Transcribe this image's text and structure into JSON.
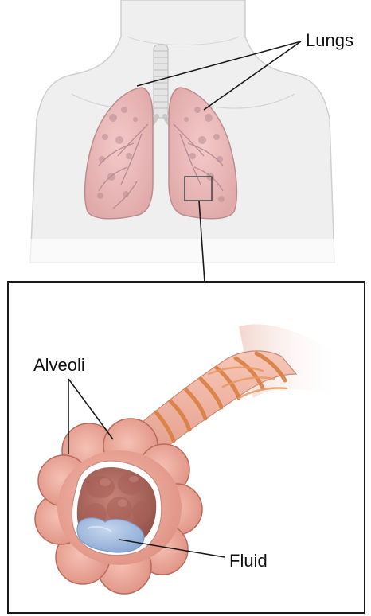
{
  "labels": {
    "lungs": "Lungs",
    "alveoli": "Alveoli",
    "fluid": "Fluid"
  },
  "colors": {
    "body_fill": "#ececec",
    "body_outline": "#c9c9c9",
    "lung_fill": "#e8b8b8",
    "lung_outline": "#b98c8c",
    "airway_mottle": "#b58d94",
    "trachea": "#e2e2e2",
    "alveoli_outer": "#e9a493",
    "alveoli_outline": "#b86c5d",
    "alveoli_inner": "#b86e62",
    "alveoli_inner_dark": "#8f4f48",
    "bronchiole_pink": "#efb7a7",
    "bronchiole_muscle": "#d77e45",
    "fluid": "#9fb8d9",
    "fluid_outline": "#7f9bc6",
    "frame": "#1a1a1a",
    "leader": "#1a1a1a"
  }
}
